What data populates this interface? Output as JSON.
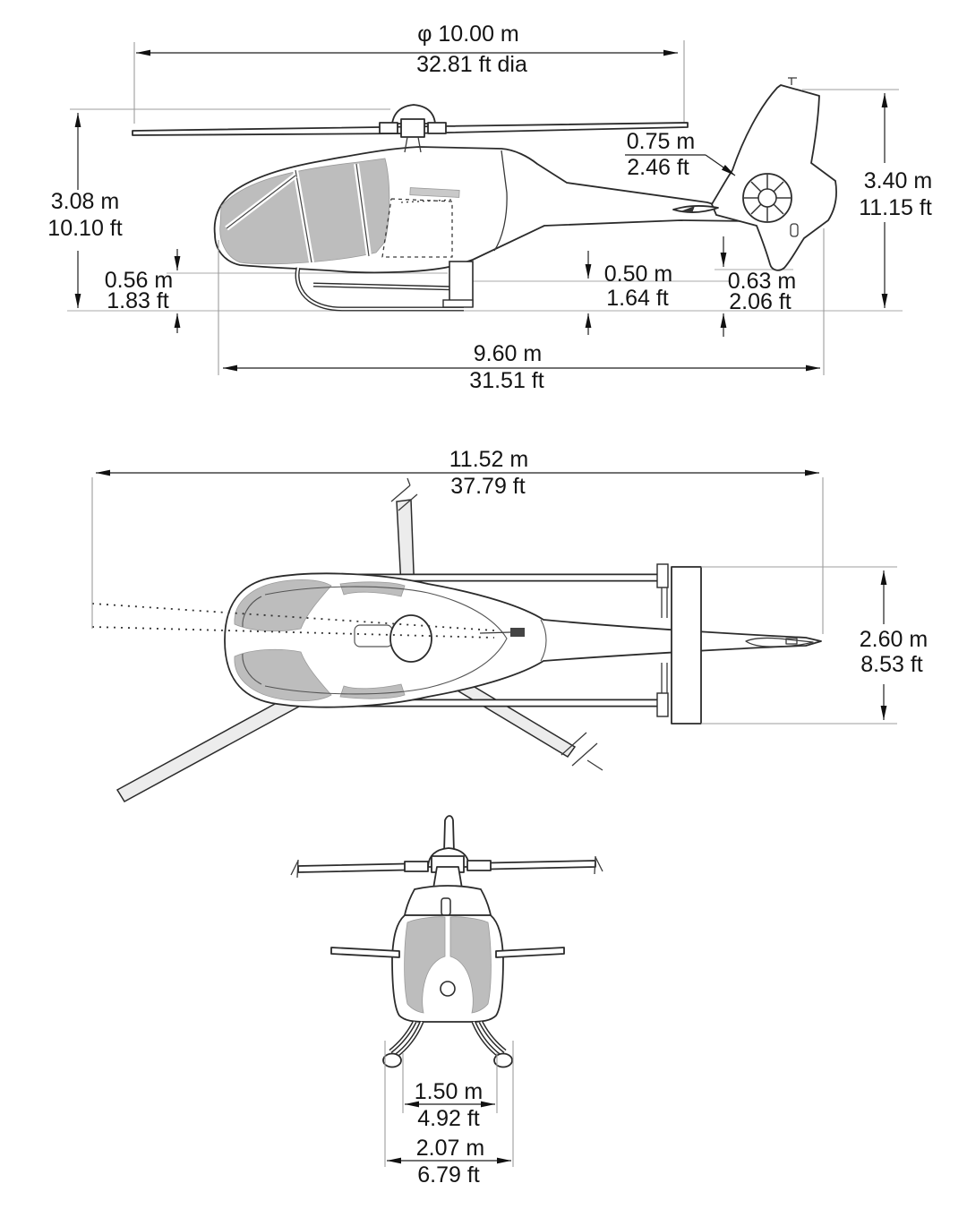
{
  "diagram": {
    "subject": "helicopter-three-view-dimension-drawing",
    "views": [
      "side",
      "top",
      "front"
    ],
    "line_color": "#2b2b2b",
    "glass_shade_color": "#bdbdbd",
    "background_color": "#ffffff"
  },
  "side_view": {
    "rotor_diameter": {
      "metric": "φ 10.00 m",
      "imperial": "32.81 ft dia"
    },
    "height_to_rotor_head": {
      "metric": "3.08 m",
      "imperial": "10.10 ft"
    },
    "fenestron": {
      "metric": "0.75 m",
      "imperial": "2.46 ft"
    },
    "overall_height": {
      "metric": "3.40 m",
      "imperial": "11.15 ft"
    },
    "cabin_ground_clearance": {
      "metric": "0.56 m",
      "imperial": "1.83 ft"
    },
    "rear_ground_clearance": {
      "metric": "0.50 m",
      "imperial": "1.64 ft"
    },
    "tail_ground_clearance": {
      "metric": "0.63 m",
      "imperial": "2.06 ft"
    },
    "fuselage_length": {
      "metric": "9.60 m",
      "imperial": "31.51 ft"
    }
  },
  "top_view": {
    "overall_length": {
      "metric": "11.52 m",
      "imperial": "37.79 ft"
    },
    "stabilizer_span": {
      "metric": "2.60 m",
      "imperial": "8.53 ft"
    }
  },
  "front_view": {
    "skid_track": {
      "metric": "1.50 m",
      "imperial": "4.92 ft"
    },
    "skid_overall_width": {
      "metric": "2.07 m",
      "imperial": "6.79 ft"
    }
  }
}
